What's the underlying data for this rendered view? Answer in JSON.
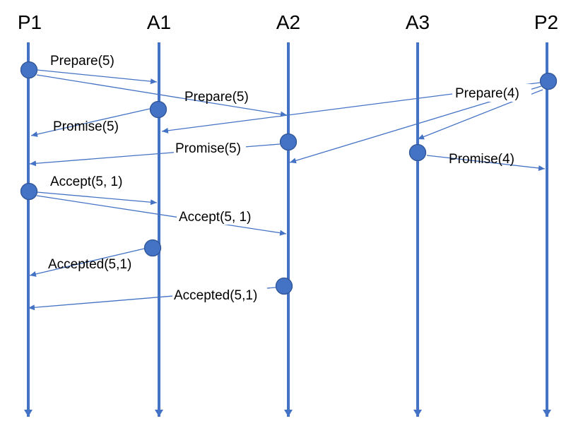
{
  "colors": {
    "lifeline": "#4472C4",
    "event_fill": "#4472C4",
    "event_stroke": "#2F5597",
    "message": "#4472C4",
    "text": "#000000",
    "label_bg": "#ffffff"
  },
  "lifelines": [
    {
      "id": "P1",
      "label": "P1"
    },
    {
      "id": "A1",
      "label": "A1"
    },
    {
      "id": "A2",
      "label": "A2"
    },
    {
      "id": "A3",
      "label": "A3"
    },
    {
      "id": "P2",
      "label": "P2"
    }
  ],
  "messages": [
    {
      "label": "Prepare(5)",
      "from": "P1",
      "to": "A1"
    },
    {
      "label": "Prepare(5)",
      "from": "P1",
      "to": "A2"
    },
    {
      "label": "Prepare(4)",
      "from": "P2",
      "to": "A1"
    },
    {
      "label": "Prepare(4)",
      "from": "P2",
      "to": "A2"
    },
    {
      "label": "Prepare(4)",
      "from": "P2",
      "to": "A3"
    },
    {
      "label": "Promise(5)",
      "from": "A1",
      "to": "P1"
    },
    {
      "label": "Promise(5)",
      "from": "A2",
      "to": "P1"
    },
    {
      "label": "Promise(4)",
      "from": "A3",
      "to": "P2"
    },
    {
      "label": "Accept(5, 1)",
      "from": "P1",
      "to": "A1"
    },
    {
      "label": "Accept(5, 1)",
      "from": "P1",
      "to": "A2"
    },
    {
      "label": "Accepted(5,1)",
      "from": "A1",
      "to": "P1"
    },
    {
      "label": "Accepted(5,1)",
      "from": "A2",
      "to": "P1"
    }
  ]
}
